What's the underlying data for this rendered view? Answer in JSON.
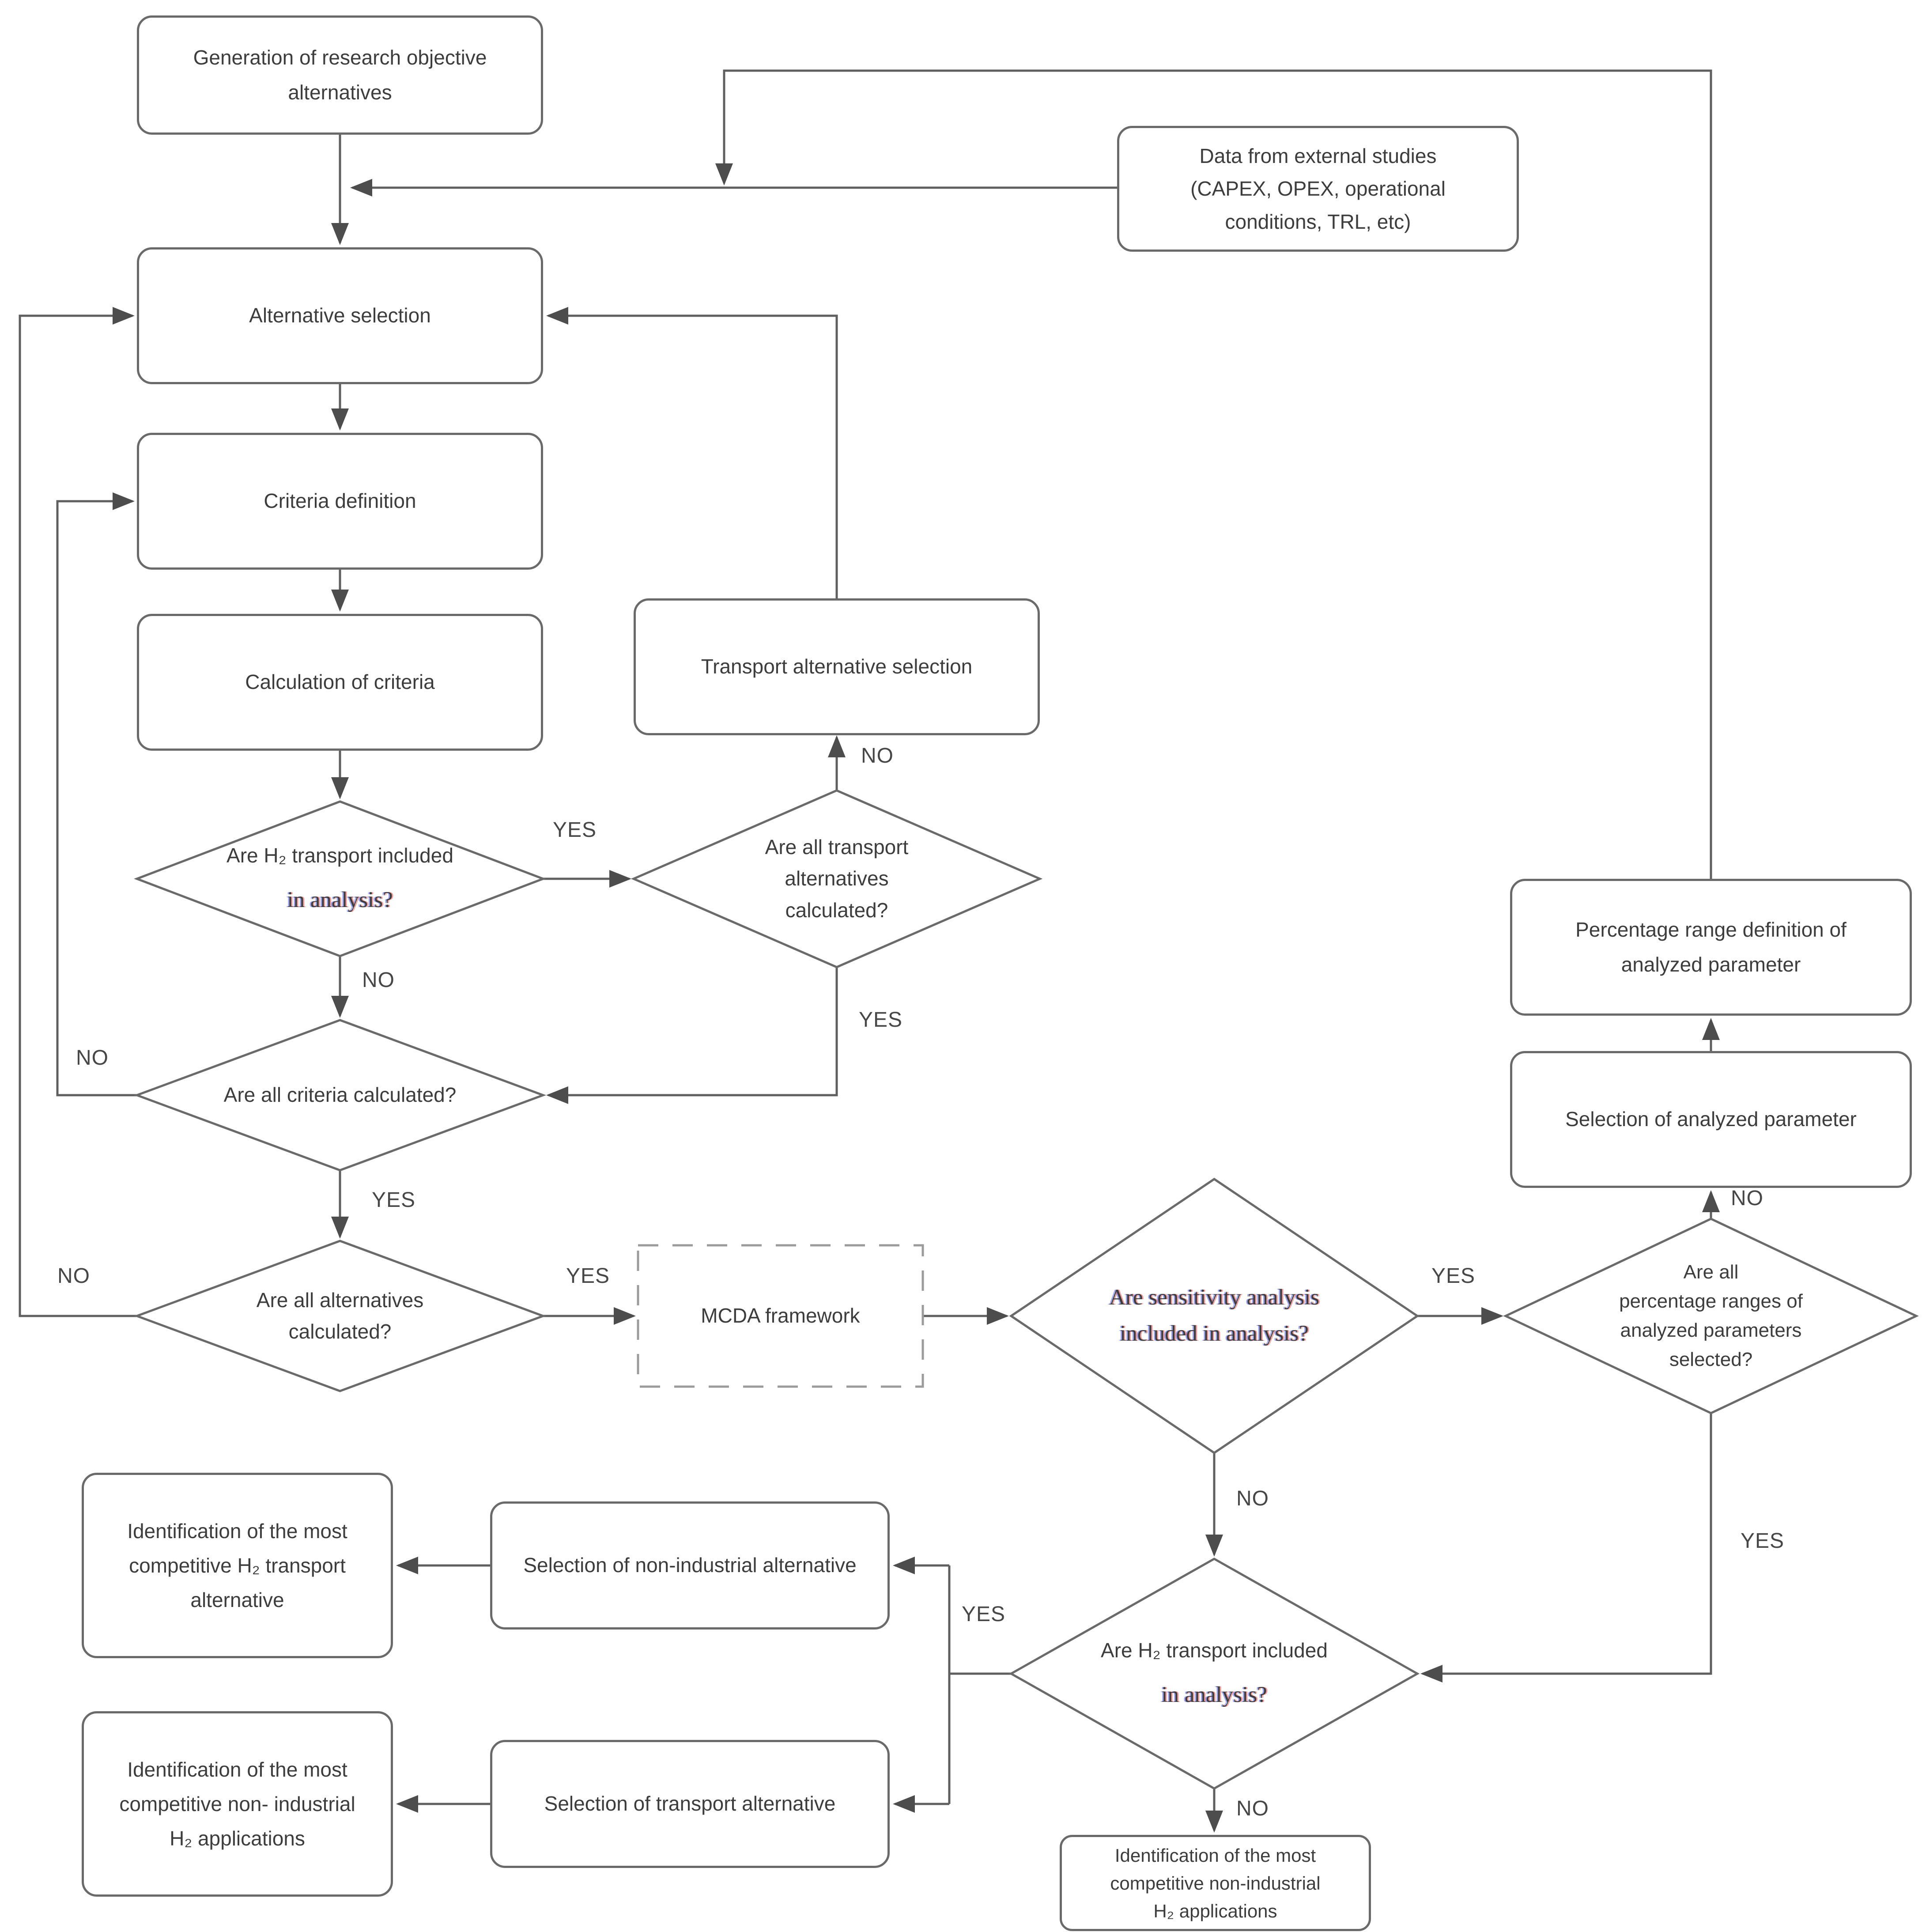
{
  "colors": {
    "background": "#ffffff",
    "line": "#5f5f5f",
    "box_border": "#6a6a6a",
    "dashed_border": "#9b9b9b",
    "text": "#3d3d3d"
  },
  "flowchart": {
    "boxes": {
      "generation": "Generation of research objective\nalternatives",
      "external_data": "Data from external studies\n(CAPEX, OPEX, operational\nconditions, TRL, etc)",
      "alternative_selection": "Alternative selection",
      "criteria_definition": "Criteria definition",
      "calculation_of_criteria": "Calculation of criteria",
      "transport_alternative_selection": "Transport alternative selection",
      "mcda_framework": "MCDA framework",
      "percentage_range_definition": "Percentage range definition of\nanalyzed parameter",
      "selection_of_analyzed_parameter": "Selection of analyzed parameter",
      "identification_h2_transport": "Identification of the most\ncompetitive H₂ transport\nalternative",
      "selection_non_industrial": "Selection of non-industrial alternative",
      "identification_non_industrial": "Identification of the most\ncompetitive non- industrial\nH₂ applications",
      "selection_transport": "Selection of transport alternative",
      "identification_non_industrial_apps": "Identification of the most\ncompetitive non-industrial\nH₂ applications"
    },
    "decisions": {
      "h2_transport_included_top": {
        "line1": "Are H₂ transport included",
        "line2": "in analysis?"
      },
      "all_transport_calculated": "Are all transport\nalternatives\ncalculated?",
      "all_criteria_calculated": "Are all criteria calculated?",
      "all_alternatives_calculated": "Are all alternatives\ncalculated?",
      "sensitivity_analysis_included": "Are sensitivity analysis\nincluded in analysis?",
      "all_percentage_ranges_selected": "Are all\npercentage ranges of\nanalyzed parameters\nselected?",
      "h2_transport_included_bottom": {
        "line1": "Are H₂ transport included",
        "line2": "in analysis?"
      }
    },
    "edge_labels": {
      "h2_top_yes": "YES",
      "h2_top_no": "NO",
      "transport_no": "NO",
      "transport_yes": "YES",
      "criteria_no": "NO",
      "criteria_yes": "YES",
      "alternatives_no": "NO",
      "alternatives_yes": "YES",
      "sensitivity_yes": "YES",
      "sensitivity_no": "NO",
      "percentage_no": "NO",
      "percentage_yes": "YES",
      "h2_bottom_yes": "YES",
      "h2_bottom_no": "NO"
    }
  }
}
